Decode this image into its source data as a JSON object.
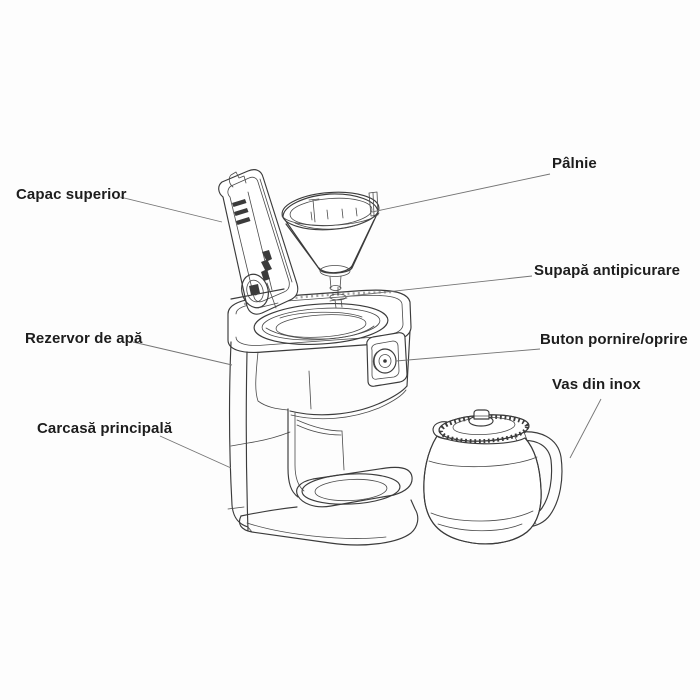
{
  "diagram": {
    "subject": "coffee-maker-parts-diagram"
  },
  "labels": {
    "capac_superior": "Capac superior",
    "palnie": "Pâlnie",
    "supapa_antipicurare": "Supapă antipicurare",
    "rezervor_de_apa": "Rezervor de apă",
    "buton_pornire_oprire": "Buton pornire/oprire",
    "vas_din_inox": "Vas din inox",
    "carcasa_principala": "Carcasă principală"
  },
  "colors": {
    "background": "#fdfdfd",
    "line_art": "#3b3b3b",
    "leader_line": "#757575",
    "label_text": "#1d1d1d"
  }
}
